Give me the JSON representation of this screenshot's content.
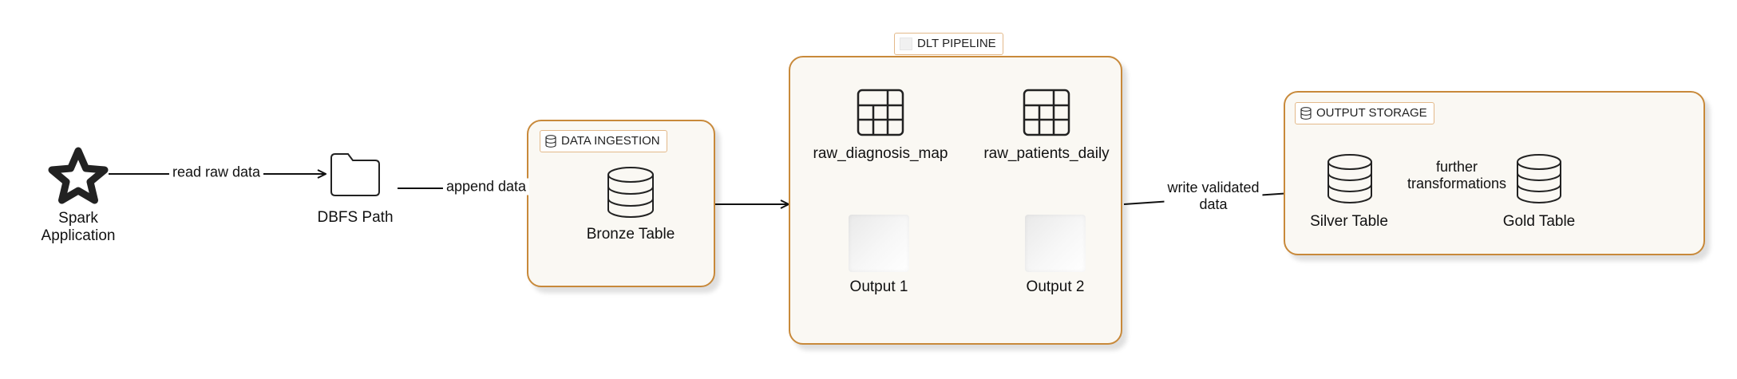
{
  "groups": {
    "ingestion": "DATA INGESTION",
    "pipeline": "DLT PIPELINE",
    "storage": "OUTPUT STORAGE"
  },
  "nodes": {
    "spark": "Spark\nApplication",
    "dbfs": "DBFS Path",
    "bronze": "Bronze Table",
    "raw_diagnosis": "raw_diagnosis_map",
    "raw_patients": "raw_patients_daily",
    "output1": "Output 1",
    "output2": "Output 2",
    "silver": "Silver Table",
    "gold": "Gold Table"
  },
  "edges": {
    "read_raw": "read raw data",
    "append": "append data",
    "write_validated": "write validated\ndata",
    "further": "further\ntransformations"
  },
  "colors": {
    "group_border": "#c8893a",
    "group_fill": "#faf8f3",
    "line": "#111111"
  },
  "icons": {
    "spark": "star-outline-icon",
    "dbfs": "folder-icon",
    "table": "database-cylinder-icon",
    "source": "grid-table-icon"
  }
}
